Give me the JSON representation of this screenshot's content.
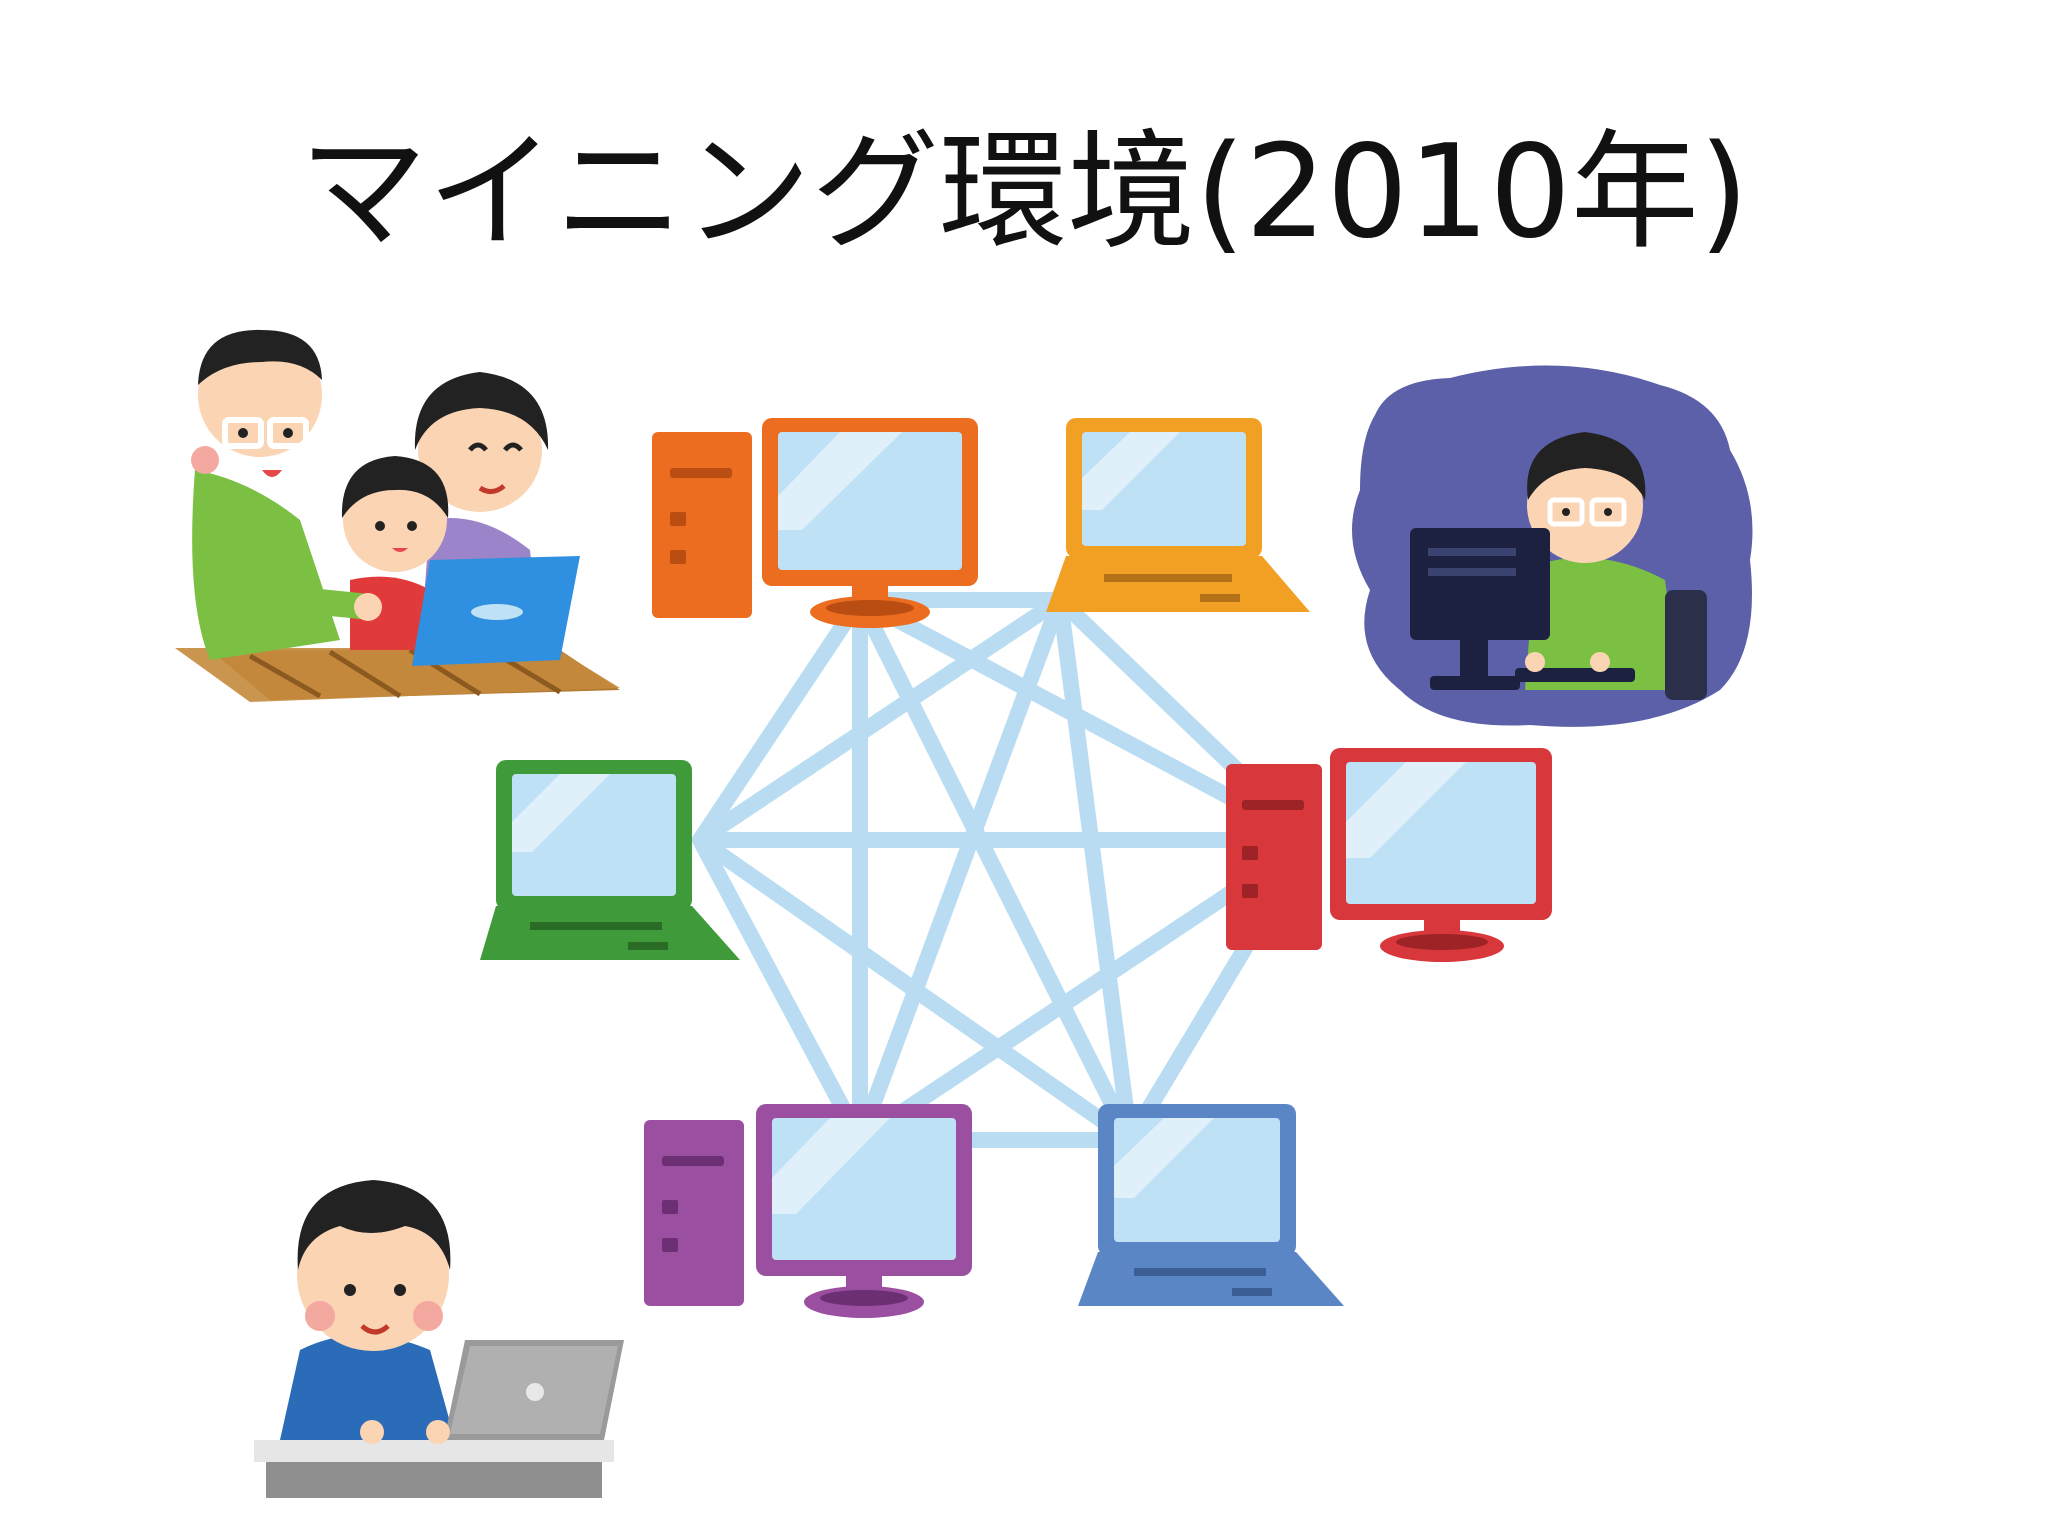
{
  "slide": {
    "title": "マイニング環境(2010年)"
  },
  "network": {
    "link_color": "#b9dcf2",
    "nodes": [
      {
        "id": "orange-desktop",
        "kind": "desktop-pc",
        "color": "#ec6d1f"
      },
      {
        "id": "yellow-laptop",
        "kind": "laptop",
        "color": "#f2a024"
      },
      {
        "id": "red-desktop",
        "kind": "desktop-pc",
        "color": "#d8383b"
      },
      {
        "id": "blue-laptop",
        "kind": "laptop",
        "color": "#5a86c6"
      },
      {
        "id": "purple-desktop",
        "kind": "desktop-pc",
        "color": "#9b4fa0"
      },
      {
        "id": "green-laptop",
        "kind": "laptop",
        "color": "#3f9a3a"
      }
    ]
  },
  "people": [
    {
      "id": "family-with-laptop",
      "laptop_color": "#2f8fe0"
    },
    {
      "id": "gamer-at-night",
      "background_color": "#5b60a8"
    },
    {
      "id": "boy-with-laptop",
      "laptop_color": "#9a9a9a"
    }
  ]
}
